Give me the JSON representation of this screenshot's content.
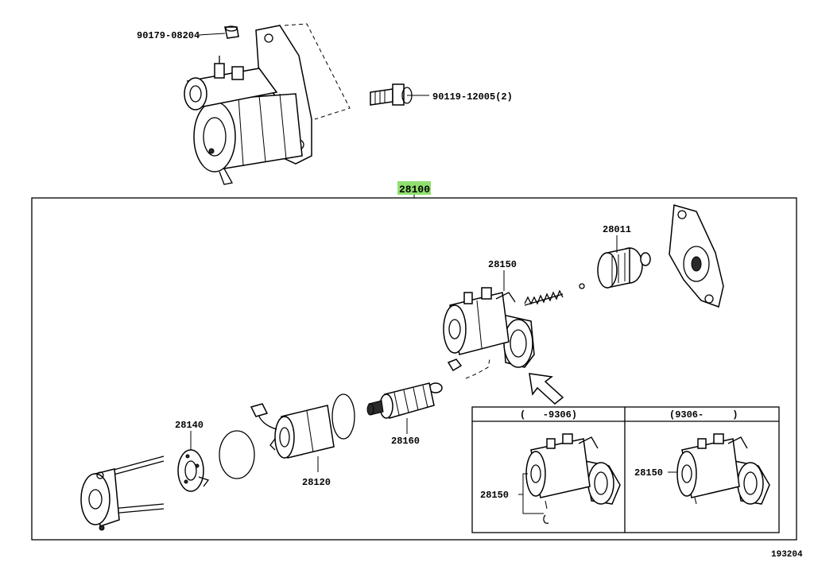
{
  "reference_number": "193204",
  "highlight_color": "#8fe06e",
  "assembly": {
    "part_number": "28100"
  },
  "callouts": {
    "nut_top": "90179-08204",
    "bolt": "90119-12005(2)",
    "clutch": "28011",
    "magnetic_switch": "28150",
    "ring_plate": "28140",
    "armature": "28160",
    "yoke": "28120"
  },
  "variants": [
    {
      "range": "(   -9306)",
      "part_number": "28150"
    },
    {
      "range": "(9306-     )",
      "part_number": "28150"
    }
  ],
  "icons": {
    "direction_arrow": "arrow-up-left-icon"
  }
}
